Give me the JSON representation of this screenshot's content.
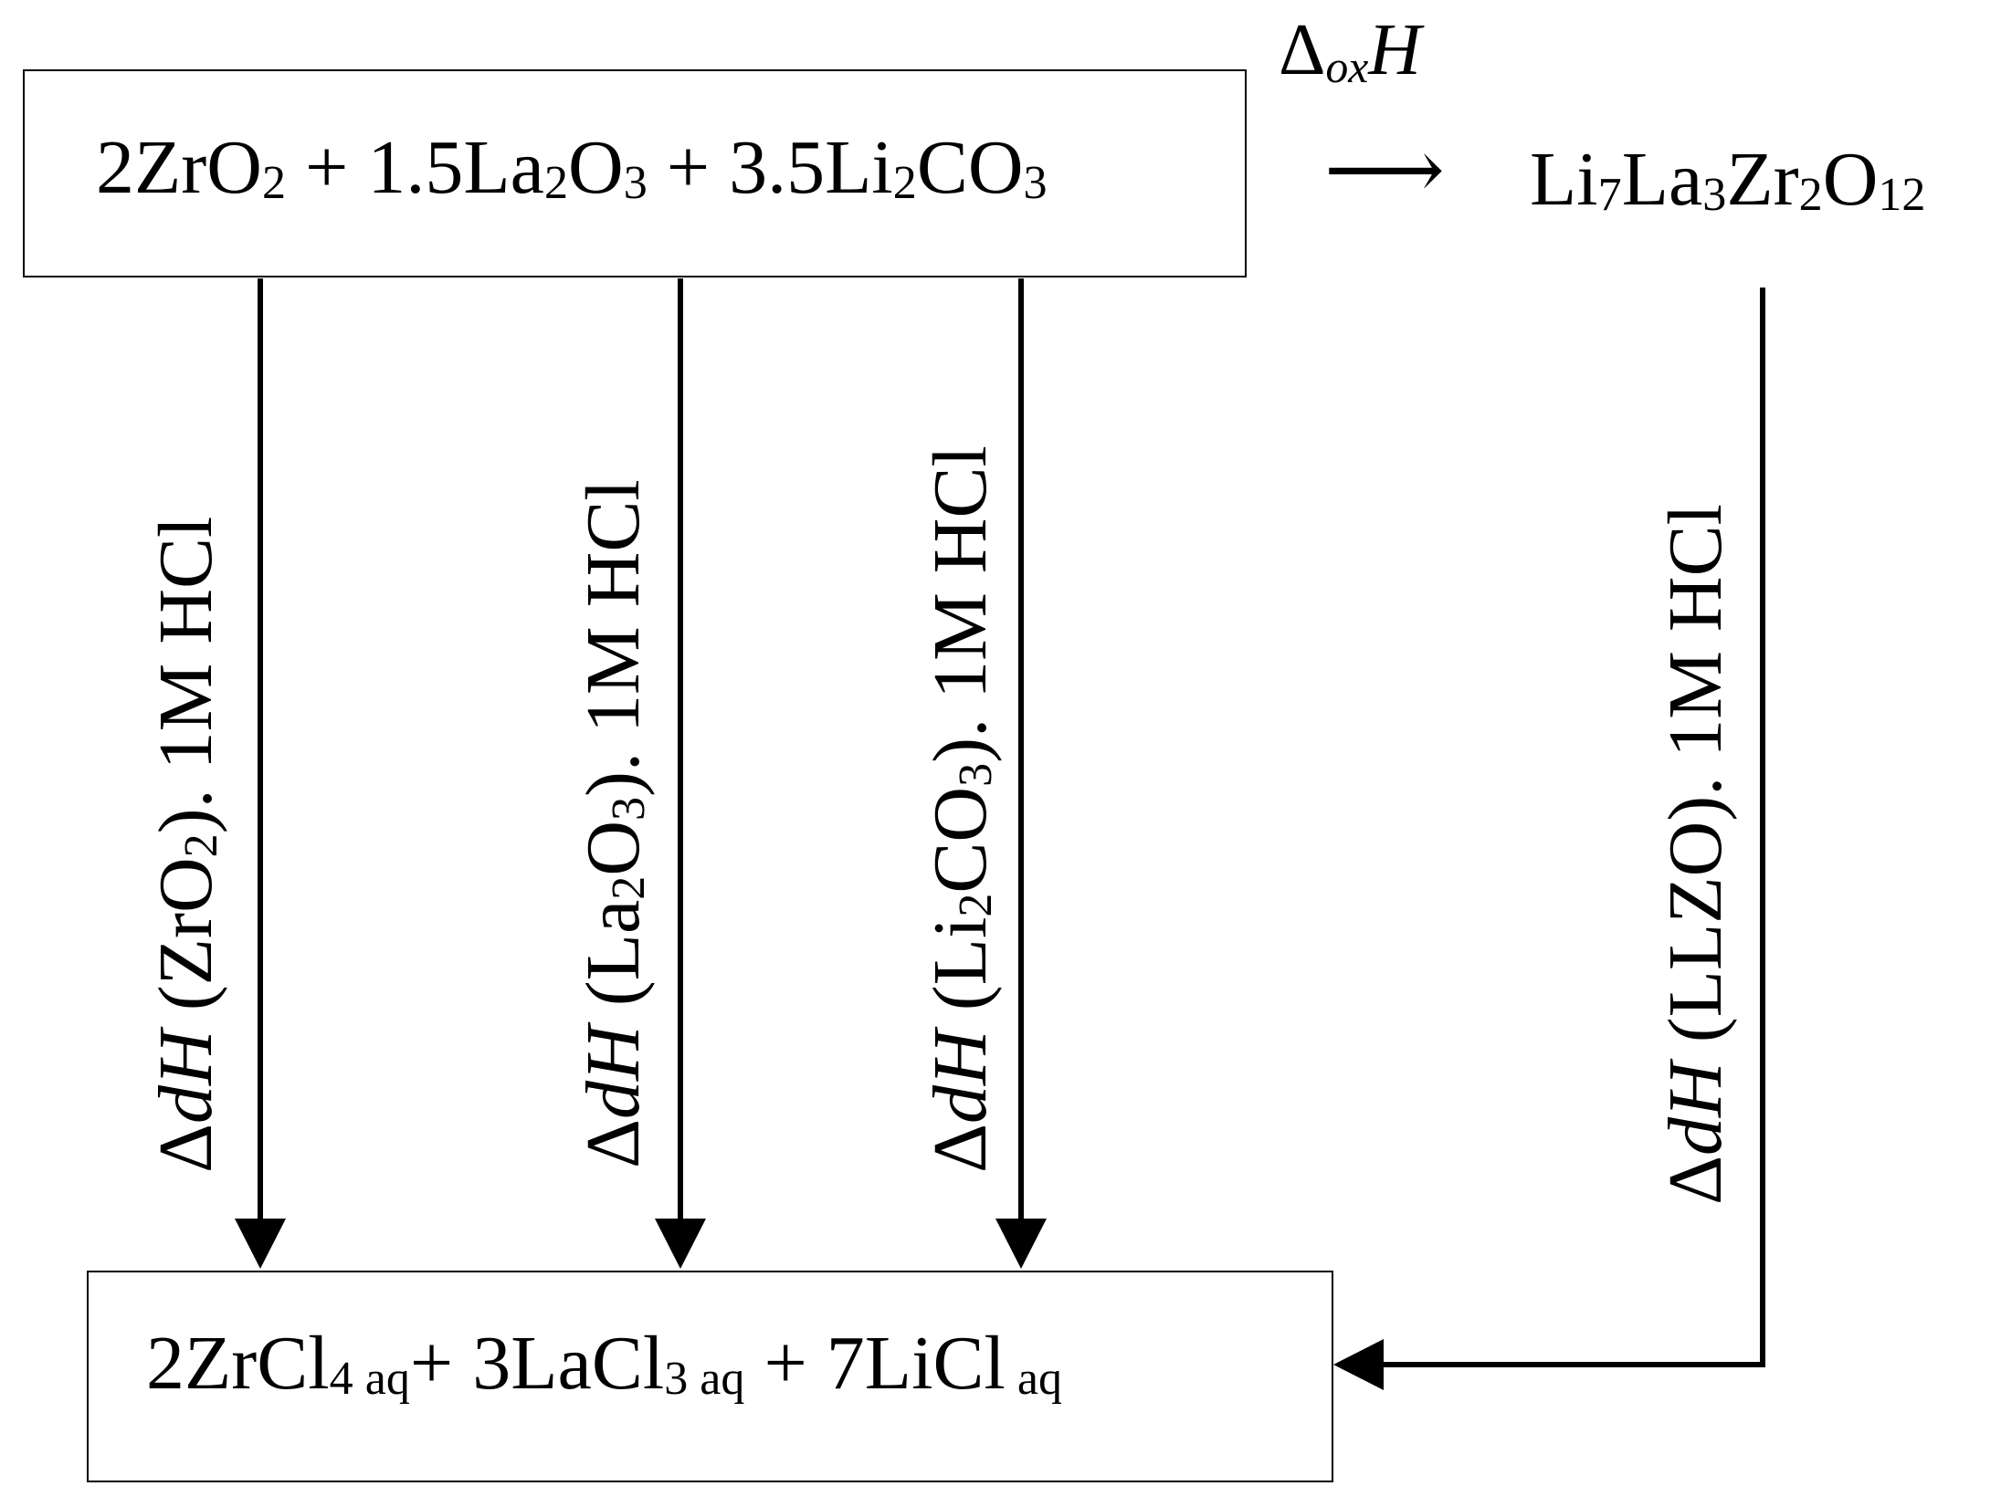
{
  "top_box": {
    "parts": [
      {
        "t": "2ZrO"
      },
      {
        "s": "2"
      },
      {
        "t": " + 1.5La"
      },
      {
        "s": "2"
      },
      {
        "t": "O"
      },
      {
        "s": "3"
      },
      {
        "t": " + 3.5Li"
      },
      {
        "s": "2"
      },
      {
        "t": "CO"
      },
      {
        "s": "3"
      }
    ]
  },
  "reaction": {
    "delta": "Δ",
    "subscript": "ox",
    "symbol": "H",
    "arrow": "⟶"
  },
  "product": {
    "parts": [
      {
        "t": "Li"
      },
      {
        "s": "7"
      },
      {
        "t": "La"
      },
      {
        "s": "3"
      },
      {
        "t": "Zr"
      },
      {
        "s": "2"
      },
      {
        "t": "O"
      },
      {
        "s": "12"
      }
    ]
  },
  "bottom_box": {
    "parts": [
      {
        "t": "2ZrCl"
      },
      {
        "s": "4 aq"
      },
      {
        "t": "+ 3LaCl"
      },
      {
        "s": "3 aq"
      },
      {
        "t": " + 7LiCl"
      },
      {
        "s": " aq"
      }
    ]
  },
  "arrow_labels": [
    {
      "parts": [
        {
          "t": "Δ"
        },
        {
          "i": "dH"
        },
        {
          "t": " (ZrO"
        },
        {
          "s": "2"
        },
        {
          "t": "). 1M HCl"
        }
      ]
    },
    {
      "parts": [
        {
          "t": "Δ"
        },
        {
          "i": "dH"
        },
        {
          "t": " (La"
        },
        {
          "s": "2"
        },
        {
          "t": "O"
        },
        {
          "s": "3"
        },
        {
          "t": "). 1M HCl"
        }
      ]
    },
    {
      "parts": [
        {
          "t": "Δ"
        },
        {
          "i": "dH"
        },
        {
          "t": " (Li"
        },
        {
          "s": "2"
        },
        {
          "t": "CO"
        },
        {
          "s": "3"
        },
        {
          "t": "). 1M HCl"
        }
      ]
    },
    {
      "parts": [
        {
          "t": "Δ"
        },
        {
          "i": "dH"
        },
        {
          "t": " (LLZO). 1M HCl"
        }
      ]
    }
  ]
}
